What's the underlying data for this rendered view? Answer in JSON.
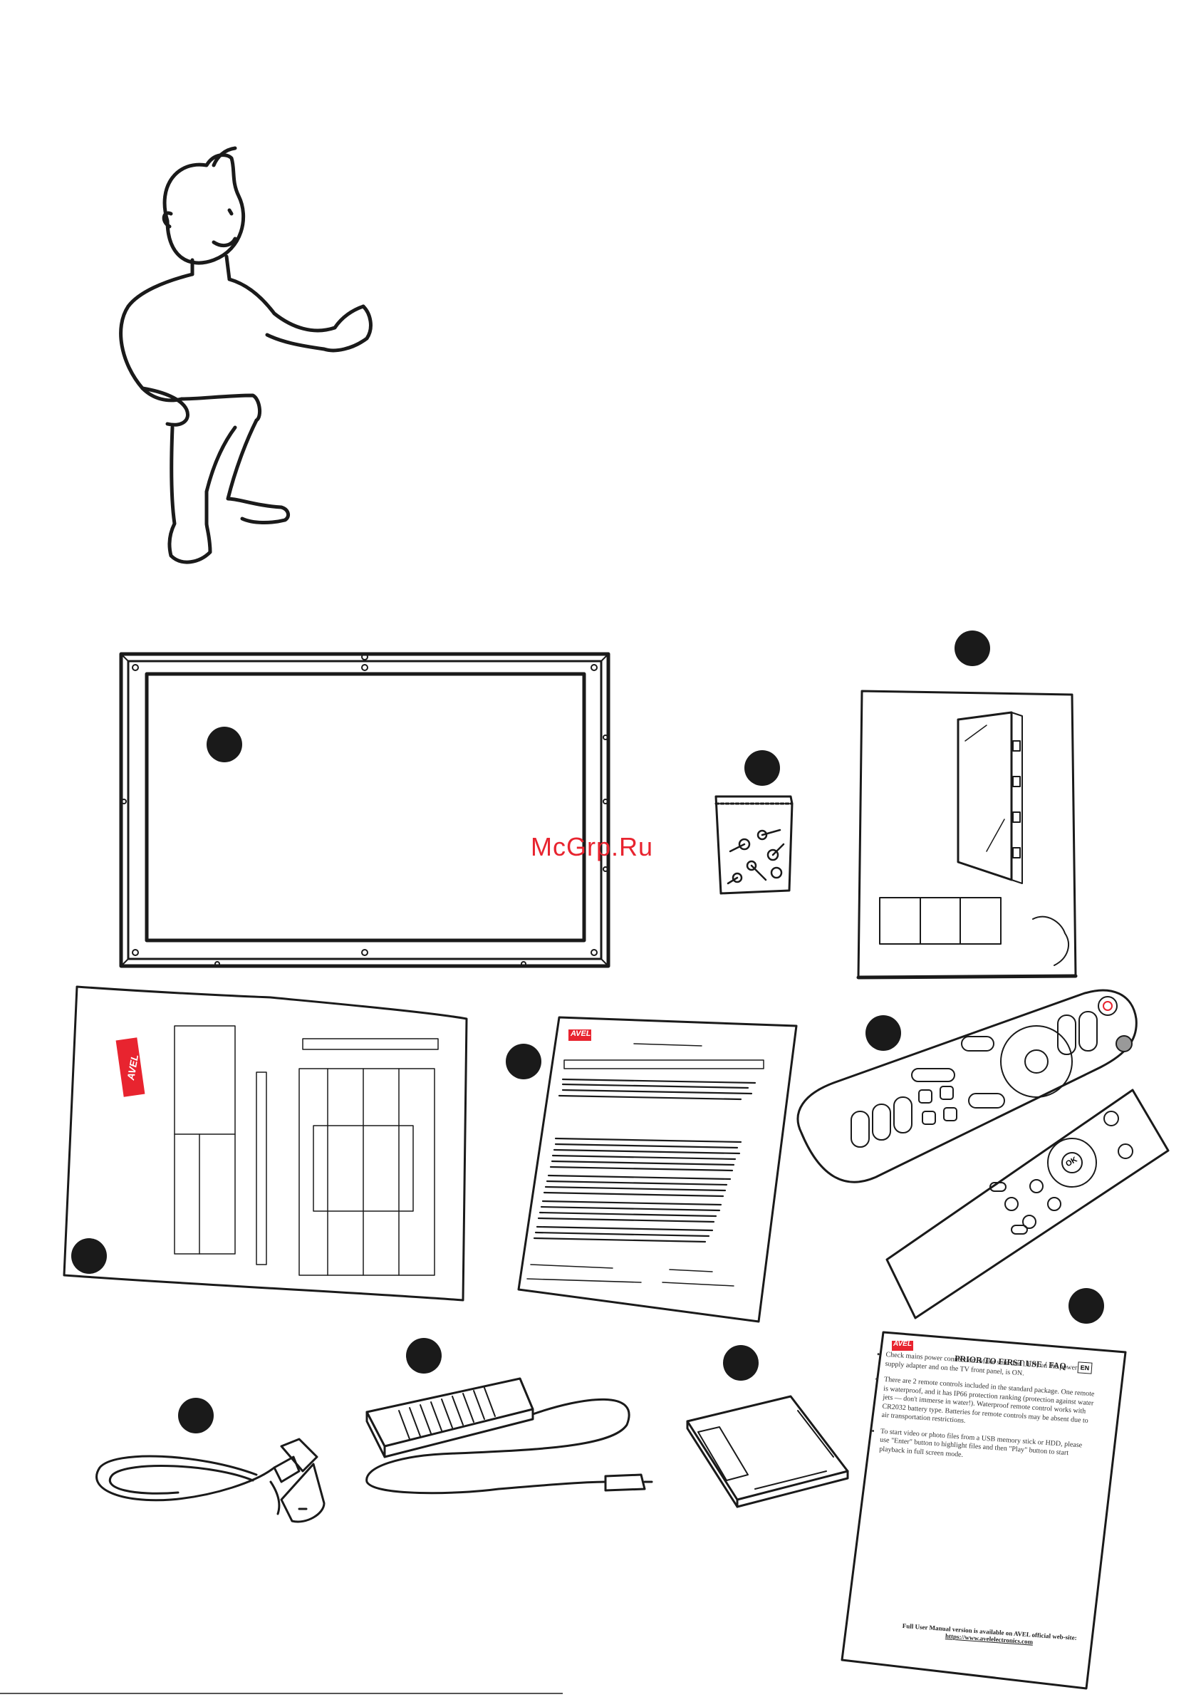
{
  "watermark": {
    "text": "McGrp.Ru",
    "color": "#e8242f"
  },
  "brand": {
    "logo_text": "AVEL",
    "color": "#e8242f"
  },
  "icons": {
    "mascot": "cartoon-man-pointing-icon",
    "tv": "mirror-tv-frame-icon",
    "screws": "screw-bag-icon",
    "installation_guide": "installation-guide-booklet-icon",
    "drawing": "mounting-template-drawing-icon",
    "warranty": "warranty-card-document-icon",
    "remotes": "remote-controls-icon",
    "power_cord": "power-cord-icon",
    "adapter": "power-adapter-icon",
    "bracket": "wall-bracket-icon",
    "faq": "faq-leaflet-icon"
  },
  "faq_leaflet": {
    "title": "PRIOR TO FIRST USE / FAQ",
    "language": "EN",
    "items": [
      "Check mains power connection. Make sure that LED, on the power supply adapter and on the TV front panel, is ON.",
      "There are 2 remote controls included in the standard package. One remote is waterproof, and it has IP66 protection ranking (protection against water jets — don't immerse in water!). Waterproof remote control works with CR2032 battery type. Batteries for remote controls may be absent due to air transportation restrictions.",
      "To start video or photo files from a USB memory stick or HDD, please use \"Enter\" button to highlight files and then \"Play\" button to start playback in full screen mode."
    ],
    "footer_line1": "Full User Manual version is available on AVEL official web-site:",
    "footer_line2": "https://www.avelelectronics.com"
  },
  "remote_labels": {
    "ok": "OK"
  }
}
